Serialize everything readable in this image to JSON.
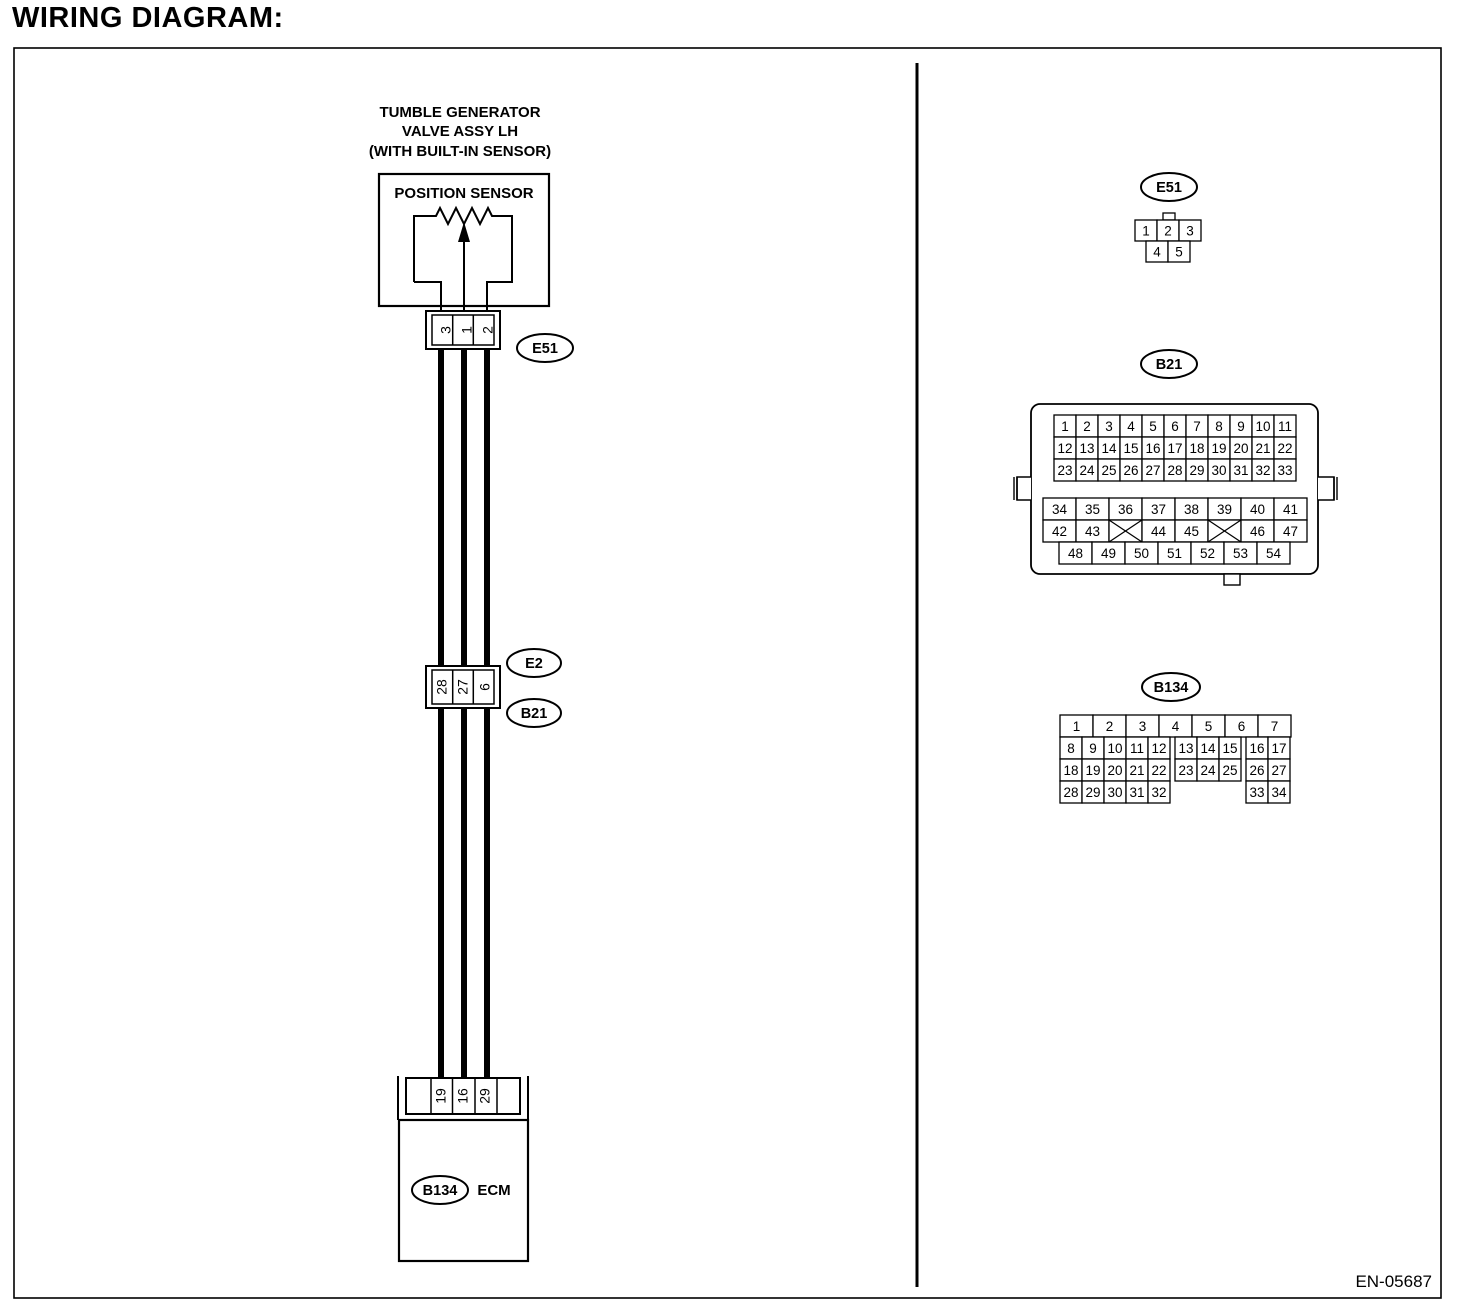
{
  "title": "WIRING DIAGRAM:",
  "code": "EN-05687",
  "component": {
    "name_lines": [
      "TUMBLE GENERATOR",
      "VALVE ASSY LH",
      "(WITH BUILT-IN SENSOR)"
    ],
    "sensor_label": "POSITION SENSOR",
    "connector": "E51",
    "pins": [
      "3",
      "1",
      "2"
    ]
  },
  "junction": {
    "connector_a": "E2",
    "connector_b": "B21",
    "pins": [
      "28",
      "27",
      "6"
    ]
  },
  "ecm": {
    "connector": "B134",
    "label": "ECM",
    "pins": [
      "19",
      "16",
      "29"
    ]
  },
  "views": {
    "e51": {
      "label": "E51",
      "rows": [
        [
          "1",
          "2",
          "3"
        ],
        [
          "4",
          "5"
        ]
      ]
    },
    "b21": {
      "label": "B21",
      "upper_rows": [
        [
          "1",
          "2",
          "3",
          "4",
          "5",
          "6",
          "7",
          "8",
          "9",
          "10",
          "11"
        ],
        [
          "12",
          "13",
          "14",
          "15",
          "16",
          "17",
          "18",
          "19",
          "20",
          "21",
          "22"
        ],
        [
          "23",
          "24",
          "25",
          "26",
          "27",
          "28",
          "29",
          "30",
          "31",
          "32",
          "33"
        ]
      ],
      "lower_rows": [
        [
          "34",
          "35",
          "36",
          "37",
          "38",
          "39",
          "40",
          "41"
        ],
        [
          "42",
          "43",
          "",
          "44",
          "45",
          "",
          "46",
          "47"
        ],
        [
          "48",
          "49",
          "50",
          "51",
          "52",
          "53",
          "54"
        ]
      ]
    },
    "b134": {
      "label": "B134",
      "top_row": [
        "1",
        "2",
        "3",
        "4",
        "5",
        "6",
        "7"
      ],
      "left_rows": [
        [
          "8",
          "9",
          "10",
          "11",
          "12"
        ],
        [
          "18",
          "19",
          "20",
          "21",
          "22"
        ],
        [
          "28",
          "29",
          "30",
          "31",
          "32"
        ]
      ],
      "mid_rows": [
        [
          "13",
          "14",
          "15"
        ],
        [
          "23",
          "24",
          "25"
        ]
      ],
      "right_rows": [
        [
          "16",
          "17"
        ],
        [
          "26",
          "27"
        ],
        [
          "33",
          "34"
        ]
      ]
    }
  }
}
